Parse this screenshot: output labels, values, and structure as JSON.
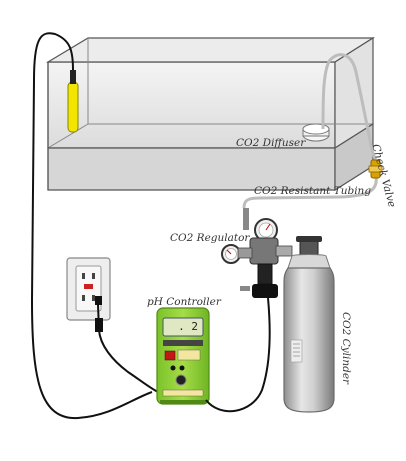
{
  "labels": {
    "co2_diffuser": "CO2 Diffuser",
    "check_valve": "Check Valve",
    "co2_resistant_tubing": "CO2 Resistant Tubing",
    "co2_regulator": "CO2 Regulator",
    "ph_controller": "pH Controller",
    "co2_cylinder": "CO2 Cylinder"
  },
  "controller": {
    "display_value": "2",
    "lcd_text": ". 2"
  },
  "colors": {
    "controller_body": "#9ad43a",
    "cylinder_body": "#c9c9c9",
    "ph_probe": "#f2e600",
    "tubing": "#cfcfcf",
    "check_valve": "#d8a200",
    "cable": "#111111"
  }
}
